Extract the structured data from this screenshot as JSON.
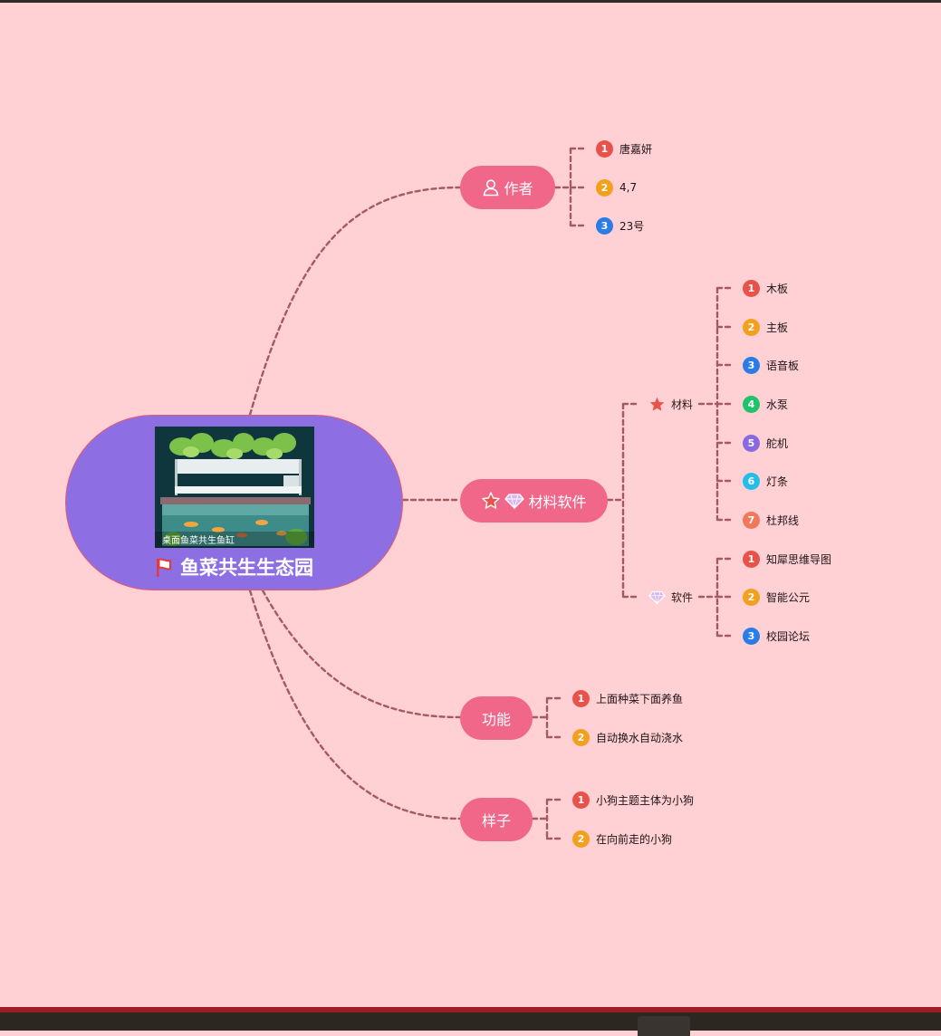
{
  "root": {
    "title": "鱼菜共生生态园",
    "image_caption": "桌面鱼菜共生鱼缸",
    "flag_icon": "red-flag-icon",
    "color": "#8e6fe3"
  },
  "branches": [
    {
      "id": "author",
      "label": "作者",
      "icon": "user-icon",
      "leaves": [
        "唐嘉妍",
        "4,7",
        "23号"
      ]
    },
    {
      "id": "materials-software",
      "label": "材料软件",
      "icon": "star-diamond-icon",
      "subgroups": [
        {
          "label": "材料",
          "icon": "star-icon",
          "leaves": [
            "木板",
            "主板",
            "语音板",
            "水泵",
            "舵机",
            "灯条",
            "杜邦线"
          ]
        },
        {
          "label": "软件",
          "icon": "diamond-icon",
          "leaves": [
            "知犀思维导图",
            "智能公元",
            "校园论坛"
          ]
        }
      ]
    },
    {
      "id": "function",
      "label": "功能",
      "leaves": [
        "上面种菜下面养鱼",
        "自动换水自动浇水"
      ]
    },
    {
      "id": "style",
      "label": "样子",
      "leaves": [
        "小狗主题主体为小狗",
        "在向前走的小狗"
      ]
    }
  ],
  "colors": {
    "background": "#ffd0d4",
    "branch": "#f0678a",
    "connector": "#a35a60",
    "badges": [
      "#e9524a",
      "#f2a01e",
      "#2a7de6",
      "#1ec36a",
      "#8a68e0",
      "#22bde8",
      "#f0785c"
    ]
  }
}
